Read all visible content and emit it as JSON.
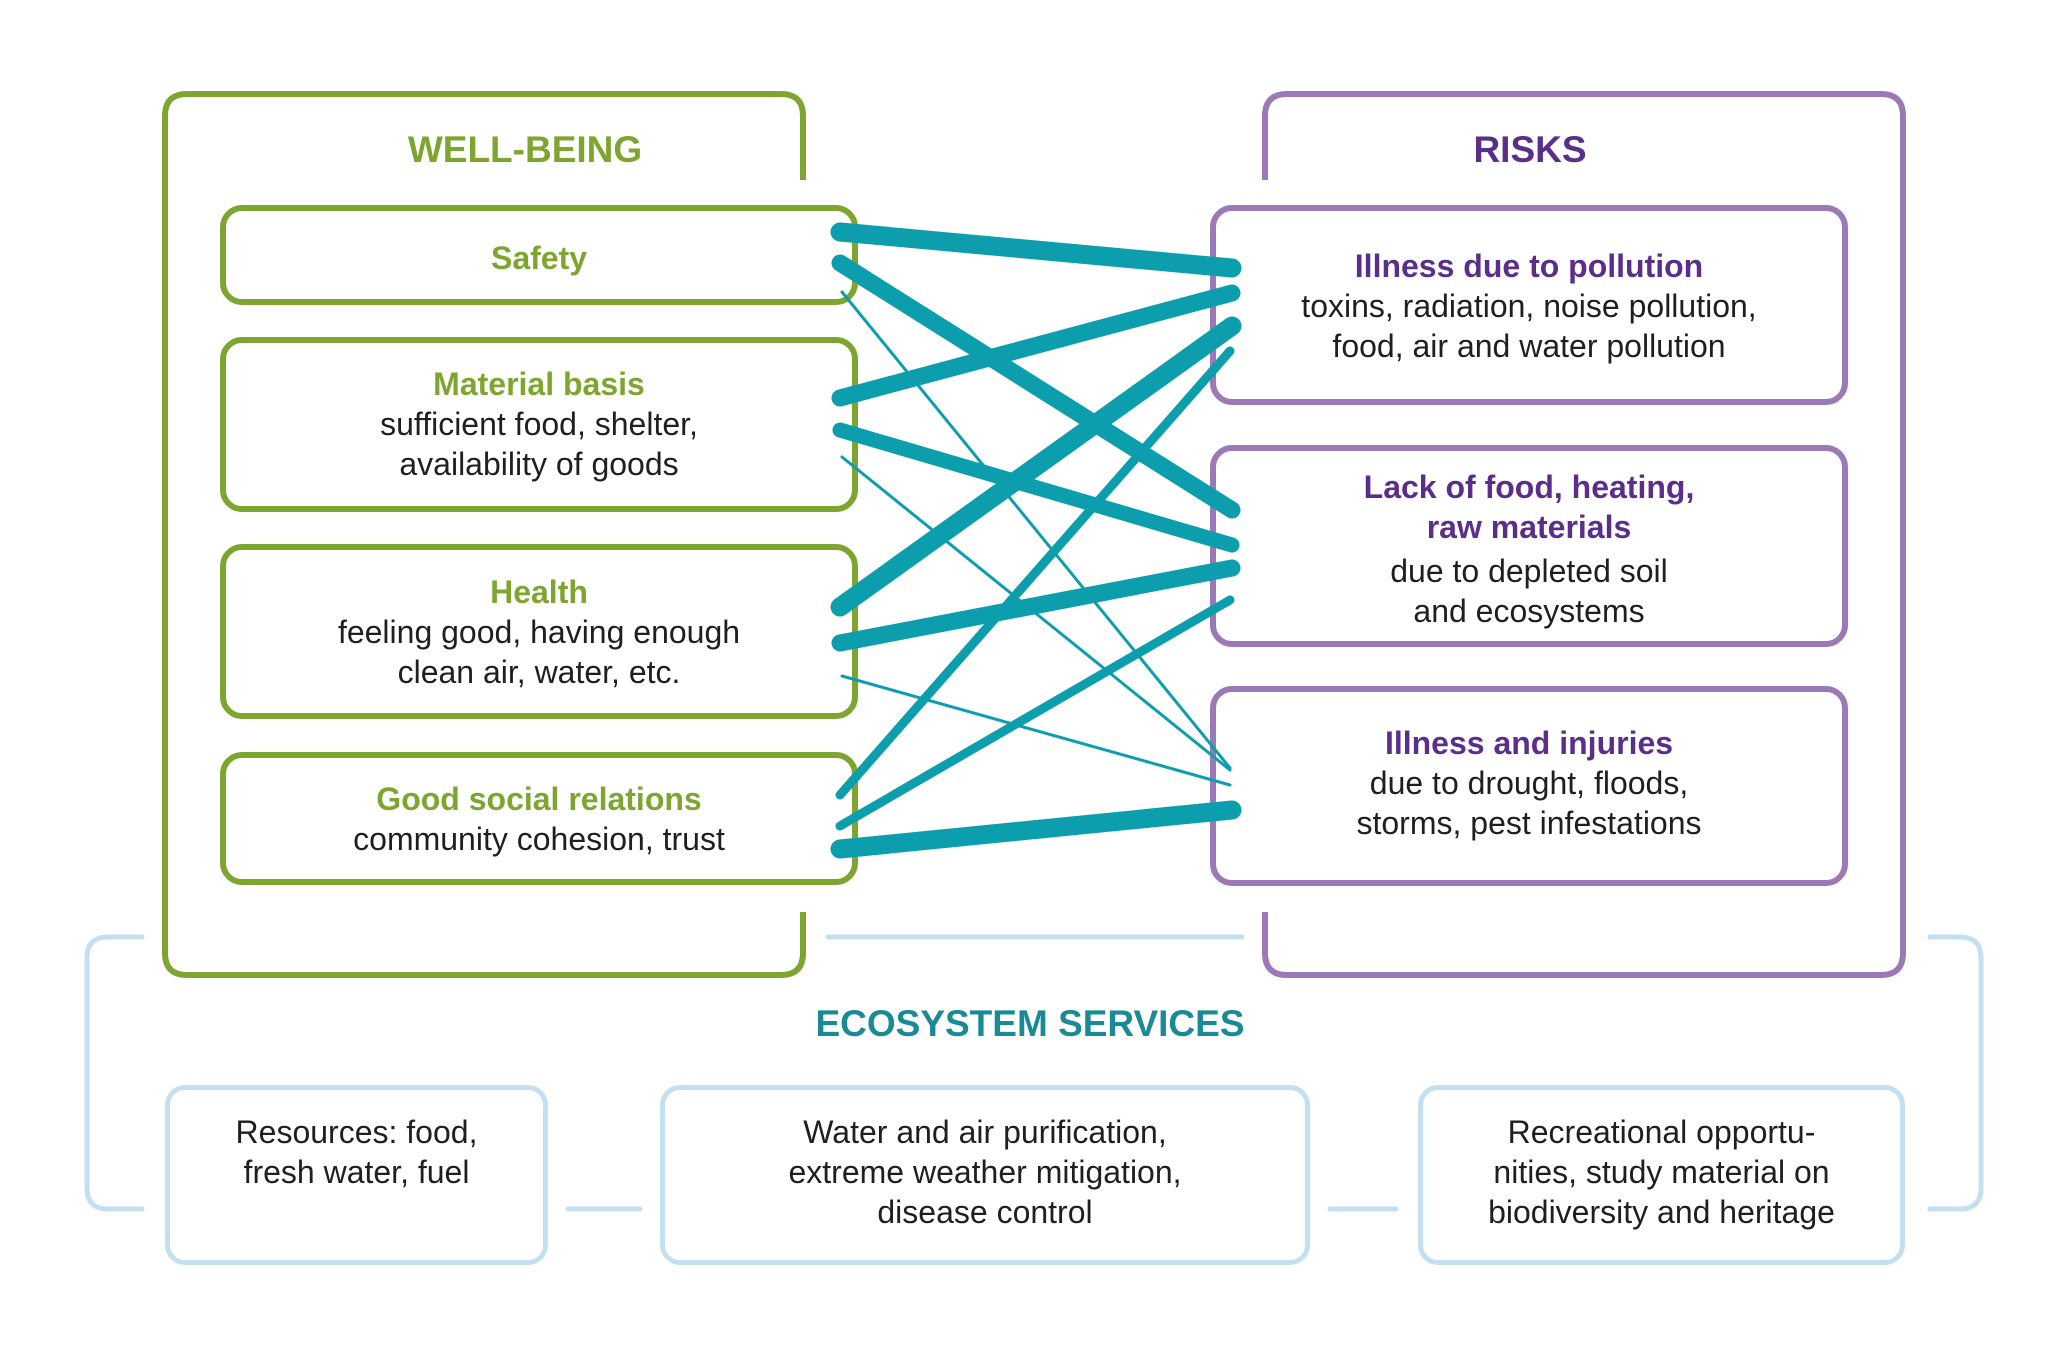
{
  "colors": {
    "wellbeing": "#7ea52f",
    "risks_border": "#9b78b6",
    "risks_text": "#5b2e8a",
    "ecosystem_border": "#c2e0ef",
    "ecosystem_text": "#1a8a96",
    "links": "#0d9ead"
  },
  "wellbeing": {
    "title": "WELL-BEING",
    "items": [
      {
        "heading": "Safety",
        "lines": []
      },
      {
        "heading": "Material basis",
        "lines": [
          "sufficient food, shelter,",
          "availability of goods"
        ]
      },
      {
        "heading": "Health",
        "lines": [
          "feeling good, having enough",
          "clean air, water, etc."
        ]
      },
      {
        "heading": "Good social relations",
        "lines": [
          "community cohesion, trust"
        ]
      }
    ]
  },
  "risks": {
    "title": "RISKS",
    "items": [
      {
        "heading": [
          "Illness due to pollution"
        ],
        "lines": [
          "toxins, radiation, noise pollution,",
          "food, air and water pollution"
        ]
      },
      {
        "heading": [
          "Lack of food, heating,",
          "raw materials"
        ],
        "lines": [
          "due to depleted soil",
          "and ecosystems"
        ]
      },
      {
        "heading": [
          "Illness and injuries"
        ],
        "lines": [
          "due to drought, floods,",
          "storms, pest infestations"
        ]
      }
    ]
  },
  "ecosystem": {
    "title": "ECOSYSTEM SERVICES",
    "items": [
      {
        "lines": [
          "Resources: food,",
          "fresh water, fuel"
        ]
      },
      {
        "lines": [
          "Water and air purification,",
          "extreme weather mitigation,",
          "disease control"
        ]
      },
      {
        "lines": [
          "Recreational opportu-",
          "nities, study material on",
          "biodiversity and heritage"
        ]
      }
    ]
  },
  "links": [
    {
      "from": "Safety",
      "to": "Illness due to pollution",
      "strength": "strong"
    },
    {
      "from": "Safety",
      "to": "Lack of food, heating, raw materials",
      "strength": "strong"
    },
    {
      "from": "Safety",
      "to": "Illness and injuries",
      "strength": "weak"
    },
    {
      "from": "Material basis",
      "to": "Illness due to pollution",
      "strength": "strong"
    },
    {
      "from": "Material basis",
      "to": "Lack of food, heating, raw materials",
      "strength": "strong"
    },
    {
      "from": "Material basis",
      "to": "Illness and injuries",
      "strength": "weak"
    },
    {
      "from": "Health",
      "to": "Illness due to pollution",
      "strength": "strong"
    },
    {
      "from": "Health",
      "to": "Lack of food, heating, raw materials",
      "strength": "strong"
    },
    {
      "from": "Health",
      "to": "Illness and injuries",
      "strength": "weak"
    },
    {
      "from": "Good social relations",
      "to": "Illness due to pollution",
      "strength": "medium"
    },
    {
      "from": "Good social relations",
      "to": "Lack of food, heating, raw materials",
      "strength": "medium"
    },
    {
      "from": "Good social relations",
      "to": "Illness and injuries",
      "strength": "strong"
    }
  ]
}
